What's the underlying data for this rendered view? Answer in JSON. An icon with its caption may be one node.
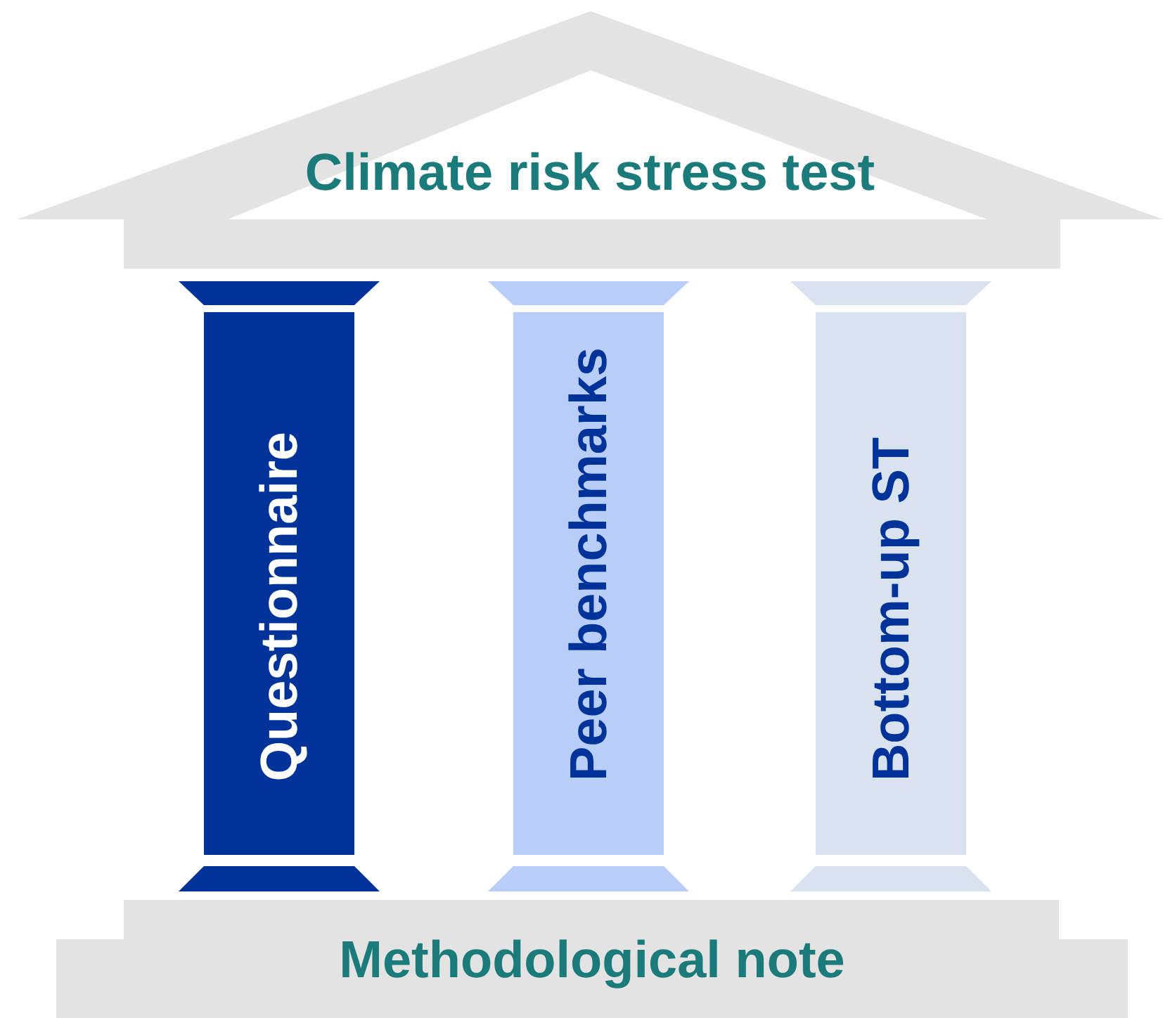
{
  "diagram": {
    "nodes": [
      {
        "text": [
          "Climate risk stress test"
        ]
      },
      {
        "text": [
          "Questionnaire"
        ]
      },
      {
        "text": [
          "Peer benchmarks"
        ]
      },
      {
        "text": [
          "Bottom-up ST"
        ]
      },
      {
        "text": [
          "Methodological note"
        ]
      }
    ],
    "edges": []
  }
}
